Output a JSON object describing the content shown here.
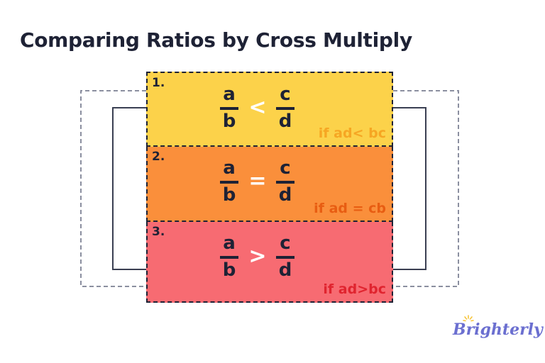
{
  "title": "Comparing Ratios by Cross Multiply",
  "colors": {
    "row1_bg": "#fcd24a",
    "row2_bg": "#fa8f3b",
    "row3_bg": "#f76b72",
    "row1_cond": "#f6a623",
    "row2_cond": "#e85d12",
    "row3_cond": "#e0242f",
    "ink": "#1e2235",
    "connector_solid": "#3a3f52",
    "connector_dashed": "#8b8fa0",
    "brand": "#6b6fd0",
    "brand_sun": "#f6c43a"
  },
  "rows": [
    {
      "number": "1.",
      "left_num": "a",
      "left_den": "b",
      "operator": "<",
      "right_num": "c",
      "right_den": "d",
      "condition": "if ad< bc"
    },
    {
      "number": "2.",
      "left_num": "a",
      "left_den": "b",
      "operator": "=",
      "right_num": "c",
      "right_den": "d",
      "condition": "if ad = cb"
    },
    {
      "number": "3.",
      "left_num": "a",
      "left_den": "b",
      "operator": ">",
      "right_num": "c",
      "right_den": "d",
      "condition": "if ad>bc"
    }
  ],
  "logo": {
    "text": "Brighterly",
    "icon": "sun-icon"
  }
}
